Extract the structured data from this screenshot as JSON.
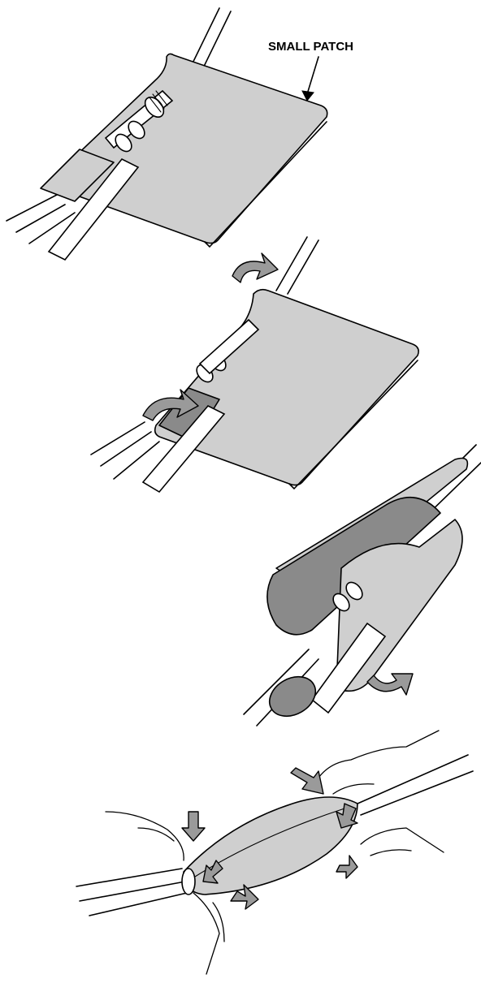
{
  "figure": {
    "callout_label": "SMALL PATCH",
    "patch_fill": "#cfcfcf",
    "patch_shadow": "#8a8a8a",
    "arrow_fill": "#9a9a9a",
    "steps": [
      {
        "id": "step-1",
        "subject": "small-patch-under-splice"
      },
      {
        "id": "step-2",
        "subject": "patch-fold-over"
      },
      {
        "id": "step-3",
        "subject": "patch-wrapped-around-splice"
      },
      {
        "id": "step-4",
        "subject": "hands-press-patch-closed"
      }
    ]
  }
}
